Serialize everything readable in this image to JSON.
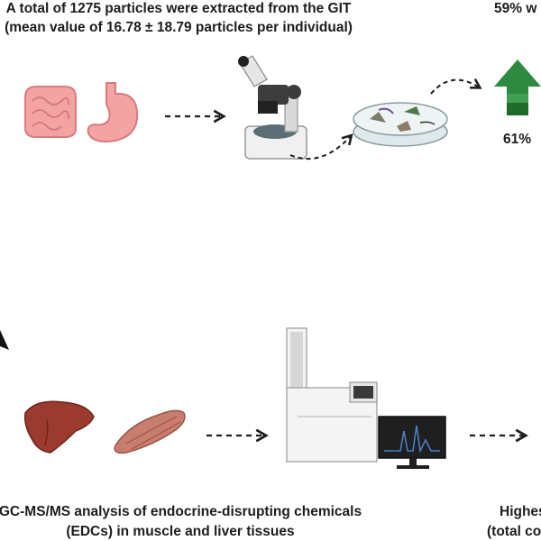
{
  "top_caption": {
    "line1": "A total of 1275 particles were extracted from the GIT",
    "line2": "(mean value of 16.78 ± 18.79 particles per individual)"
  },
  "right_top": {
    "percent_a": "59% w",
    "percent_b": "61%"
  },
  "bottom_caption": {
    "line1": "GC-MS/MS analysis of endocrine-disrupting chemicals",
    "line2": "(EDCs) in muscle and liver tissues"
  },
  "right_bottom": {
    "line1": "Highes",
    "line2": "(total co"
  },
  "colors": {
    "organ_pink": "#f2a0a0",
    "liver_red": "#9b3a2e",
    "arrow_green": "#2d8a3e"
  }
}
